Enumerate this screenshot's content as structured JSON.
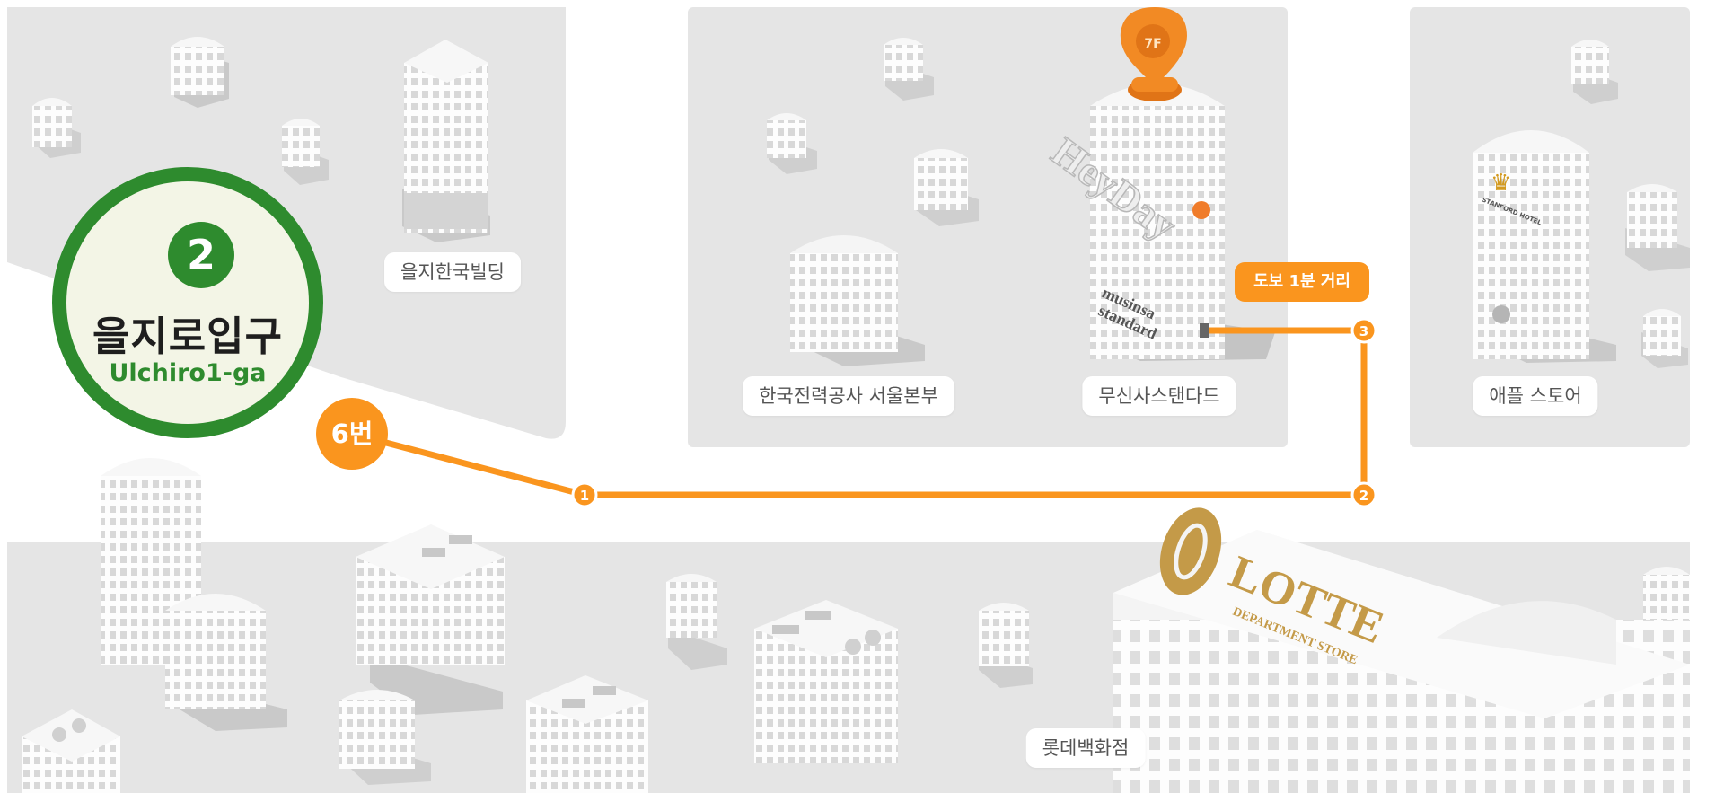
{
  "station": {
    "line": "2",
    "name_ko": "을지로입구",
    "name_en": "Ulchiro1-ga"
  },
  "exit": {
    "label": "6번"
  },
  "walk": {
    "label": "도보 1분 거리"
  },
  "route_points": [
    "1",
    "2",
    "3"
  ],
  "pin": {
    "floor": "7F"
  },
  "landmarks": [
    {
      "name": "을지한국빌딩"
    },
    {
      "name": "한국전력공사 서울본부"
    },
    {
      "name": "무신사스탠다드"
    },
    {
      "name": "애플 스토어"
    },
    {
      "name": "롯데백화점"
    }
  ],
  "signs": {
    "heyday": "HeyDay",
    "musinsa_1": "musinsa",
    "musinsa_2": "standard",
    "lotte_1": "LOTTE",
    "lotte_2": "DEPARTMENT STORE",
    "hotel": "STANFORD HOTEL"
  },
  "colors": {
    "line2_green": "#2e8b2e",
    "route_orange": "#fa951e",
    "block_gray": "#e5e5e5",
    "lotte_gold": "#c49a48"
  }
}
